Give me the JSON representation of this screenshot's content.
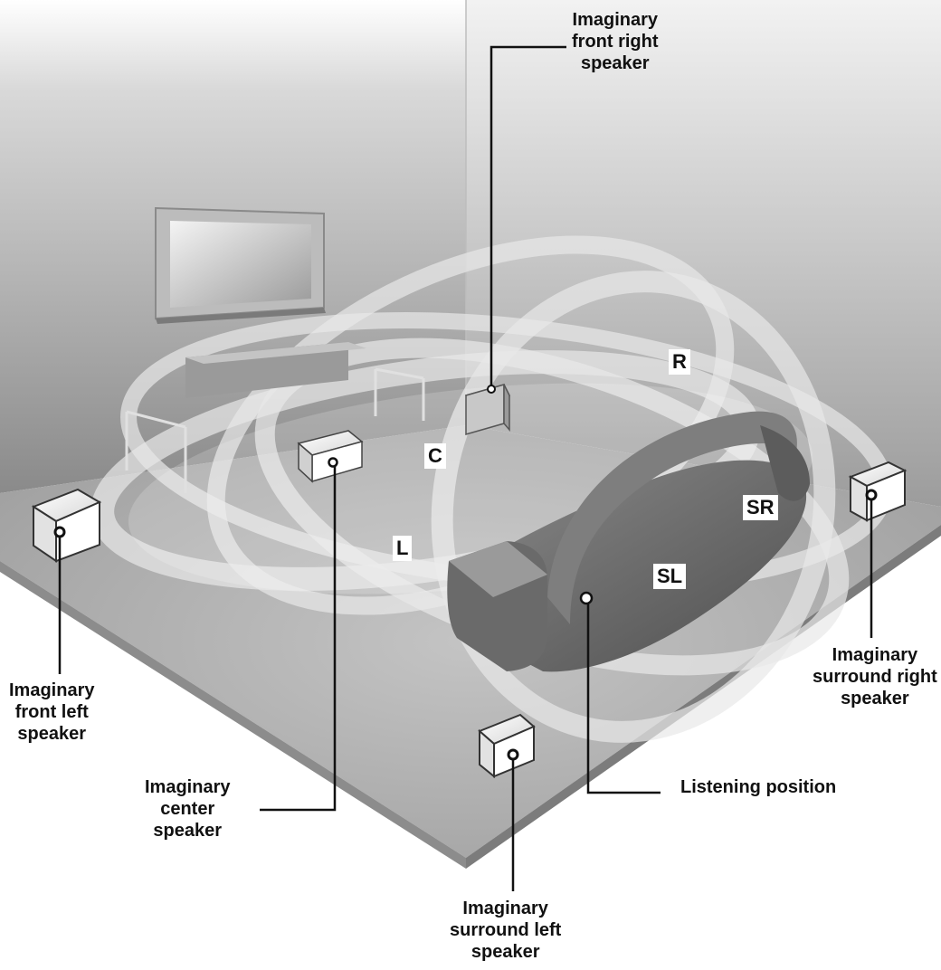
{
  "callouts": {
    "front_right": [
      "Imaginary",
      "front right",
      "speaker"
    ],
    "front_left": [
      "Imaginary",
      "front left",
      "speaker"
    ],
    "center": [
      "Imaginary",
      "center",
      "speaker"
    ],
    "surround_right": [
      "Imaginary",
      "surround right",
      "speaker"
    ],
    "surround_left": [
      "Imaginary",
      "surround left",
      "speaker"
    ],
    "listening": "Listening position"
  },
  "channels": {
    "r": "R",
    "c": "C",
    "l": "L",
    "sr": "SR",
    "sl": "SL"
  },
  "colors": {
    "wall": "#8f8f8f",
    "floor": "#a9a9a9",
    "sofa": "#6e6e6e",
    "sound_field": "#e6e6e6",
    "line": "#111111"
  }
}
